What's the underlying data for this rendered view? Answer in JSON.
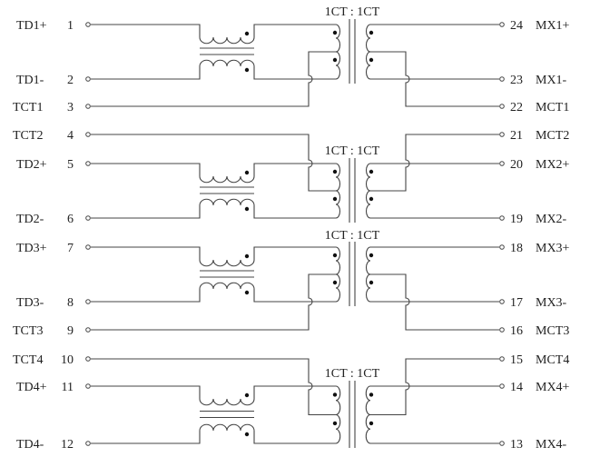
{
  "ratio_label": "1CT : 1CT",
  "channels": [
    {
      "layout": "ct-bottom",
      "left": {
        "plus": {
          "name": "TD1+",
          "pin": "1"
        },
        "minus": {
          "name": "TD1-",
          "pin": "2"
        },
        "ct": {
          "name": "TCT1",
          "pin": "3"
        }
      },
      "right": {
        "plus": {
          "name": "MX1+",
          "pin": "24"
        },
        "minus": {
          "name": "MX1-",
          "pin": "23"
        },
        "ct": {
          "name": "MCT1",
          "pin": "22"
        }
      }
    },
    {
      "layout": "ct-top",
      "left": {
        "plus": {
          "name": "TD2+",
          "pin": "5"
        },
        "minus": {
          "name": "TD2-",
          "pin": "6"
        },
        "ct": {
          "name": "TCT2",
          "pin": "4"
        }
      },
      "right": {
        "plus": {
          "name": "MX2+",
          "pin": "20"
        },
        "minus": {
          "name": "MX2-",
          "pin": "19"
        },
        "ct": {
          "name": "MCT2",
          "pin": "21"
        }
      }
    },
    {
      "layout": "ct-bottom",
      "left": {
        "plus": {
          "name": "TD3+",
          "pin": "7"
        },
        "minus": {
          "name": "TD3-",
          "pin": "8"
        },
        "ct": {
          "name": "TCT3",
          "pin": "9"
        }
      },
      "right": {
        "plus": {
          "name": "MX3+",
          "pin": "18"
        },
        "minus": {
          "name": "MX3-",
          "pin": "17"
        },
        "ct": {
          "name": "MCT3",
          "pin": "16"
        }
      }
    },
    {
      "layout": "ct-top",
      "left": {
        "plus": {
          "name": "TD4+",
          "pin": "11"
        },
        "minus": {
          "name": "TD4-",
          "pin": "12"
        },
        "ct": {
          "name": "TCT4",
          "pin": "10"
        }
      },
      "right": {
        "plus": {
          "name": "MX4+",
          "pin": "14"
        },
        "minus": {
          "name": "MX4-",
          "pin": "13"
        },
        "ct": {
          "name": "MCT4",
          "pin": "15"
        }
      }
    }
  ]
}
